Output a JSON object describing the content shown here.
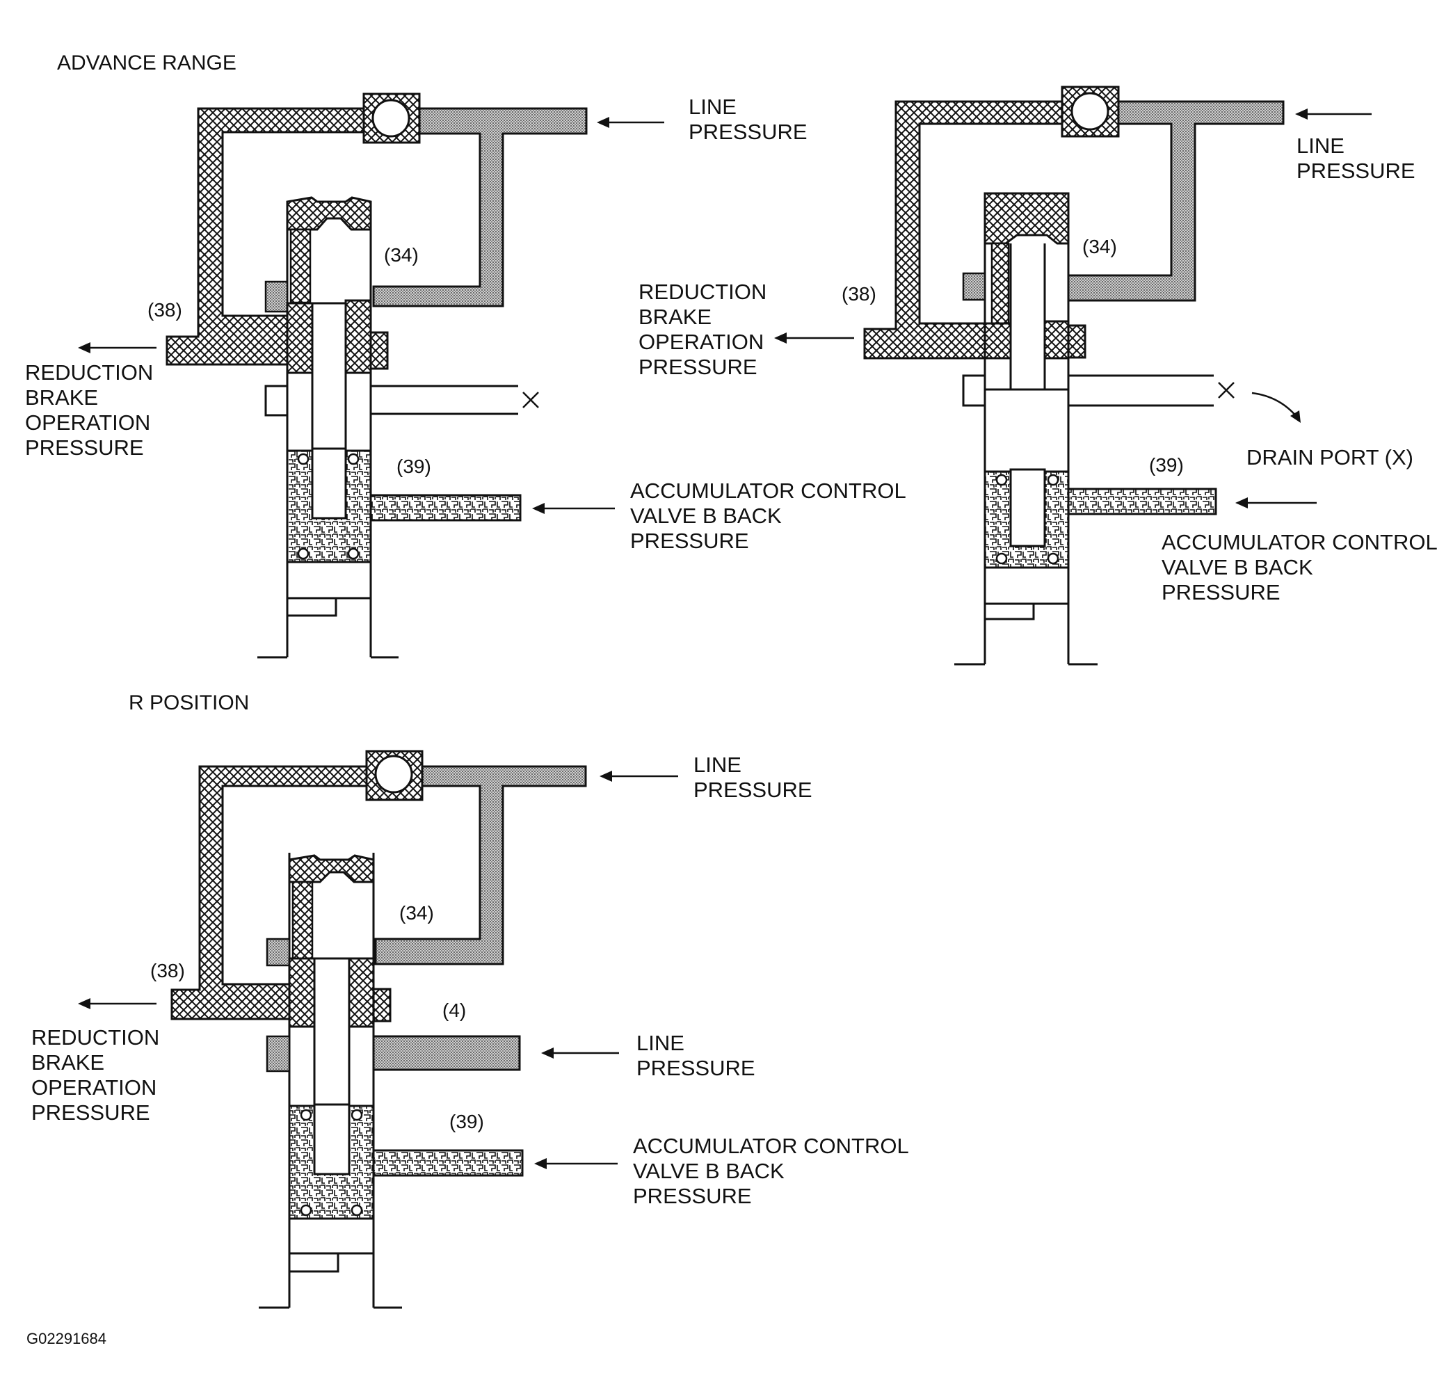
{
  "headers": {
    "advance_range": "ADVANCE RANGE",
    "r_position": "R POSITION"
  },
  "figure_id": "G02291684",
  "panel_top_left": {
    "line_pressure": [
      "LINE",
      "PRESSURE"
    ],
    "ref_34": "(34)",
    "ref_38": "(38)",
    "ref_39": "(39)",
    "reduction": [
      "REDUCTION",
      "BRAKE",
      "OPERATION",
      "PRESSURE"
    ],
    "accumulator": [
      "ACCUMULATOR CONTROL",
      "VALVE B BACK",
      "PRESSURE"
    ]
  },
  "panel_top_right": {
    "line_pressure": [
      "LINE",
      "PRESSURE"
    ],
    "ref_34": "(34)",
    "ref_38": "(38)",
    "ref_39": "(39)",
    "reduction": [
      "REDUCTION",
      "BRAKE",
      "OPERATION",
      "PRESSURE"
    ],
    "drain_port": "DRAIN PORT (X)",
    "accumulator": [
      "ACCUMULATOR CONTROL",
      "VALVE B BACK",
      "PRESSURE"
    ]
  },
  "panel_bottom": {
    "line_pressure": [
      "LINE",
      "PRESSURE"
    ],
    "ref_34": "(34)",
    "ref_38": "(38)",
    "ref_4": "(4)",
    "ref_39": "(39)",
    "line_pressure_2": [
      "LINE",
      "PRESSURE"
    ],
    "reduction": [
      "REDUCTION",
      "BRAKE",
      "OPERATION",
      "PRESSURE"
    ],
    "accumulator": [
      "ACCUMULATOR CONTROL",
      "VALVE B BACK",
      "PRESSURE"
    ]
  }
}
